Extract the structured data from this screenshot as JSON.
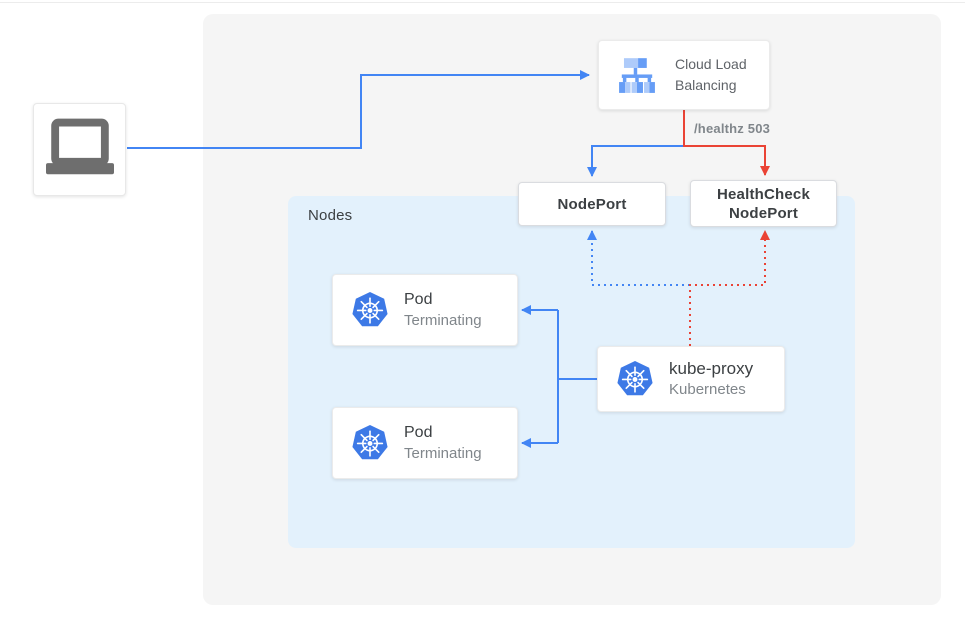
{
  "colors": {
    "blue": "#4285F4",
    "red": "#EA4335",
    "panel_gray": "#F5F5F5",
    "nodes_bg": "#E3F1FC",
    "box_border": "#E4E4E4",
    "text_dark": "#3C4043",
    "text_gray": "#5F6368",
    "text_muted": "#80868B",
    "icon_gray": "#6E6E6E",
    "k8s_blue": "#3D79E6",
    "lb_light": "#AECBFA",
    "lb_dark": "#669DF6"
  },
  "client": {
    "icon": "laptop"
  },
  "load_balancer": {
    "label": "Cloud Load Balancing"
  },
  "health_check_path": "/healthz 503",
  "nodeport": {
    "label": "NodePort"
  },
  "healthcheck_nodeport": {
    "line1": "HealthCheck",
    "line2": "NodePort"
  },
  "nodes_panel": {
    "label": "Nodes"
  },
  "pods": [
    {
      "title": "Pod",
      "status": "Terminating"
    },
    {
      "title": "Pod",
      "status": "Terminating"
    }
  ],
  "kube_proxy": {
    "title": "kube-proxy",
    "subtitle": "Kubernetes"
  }
}
